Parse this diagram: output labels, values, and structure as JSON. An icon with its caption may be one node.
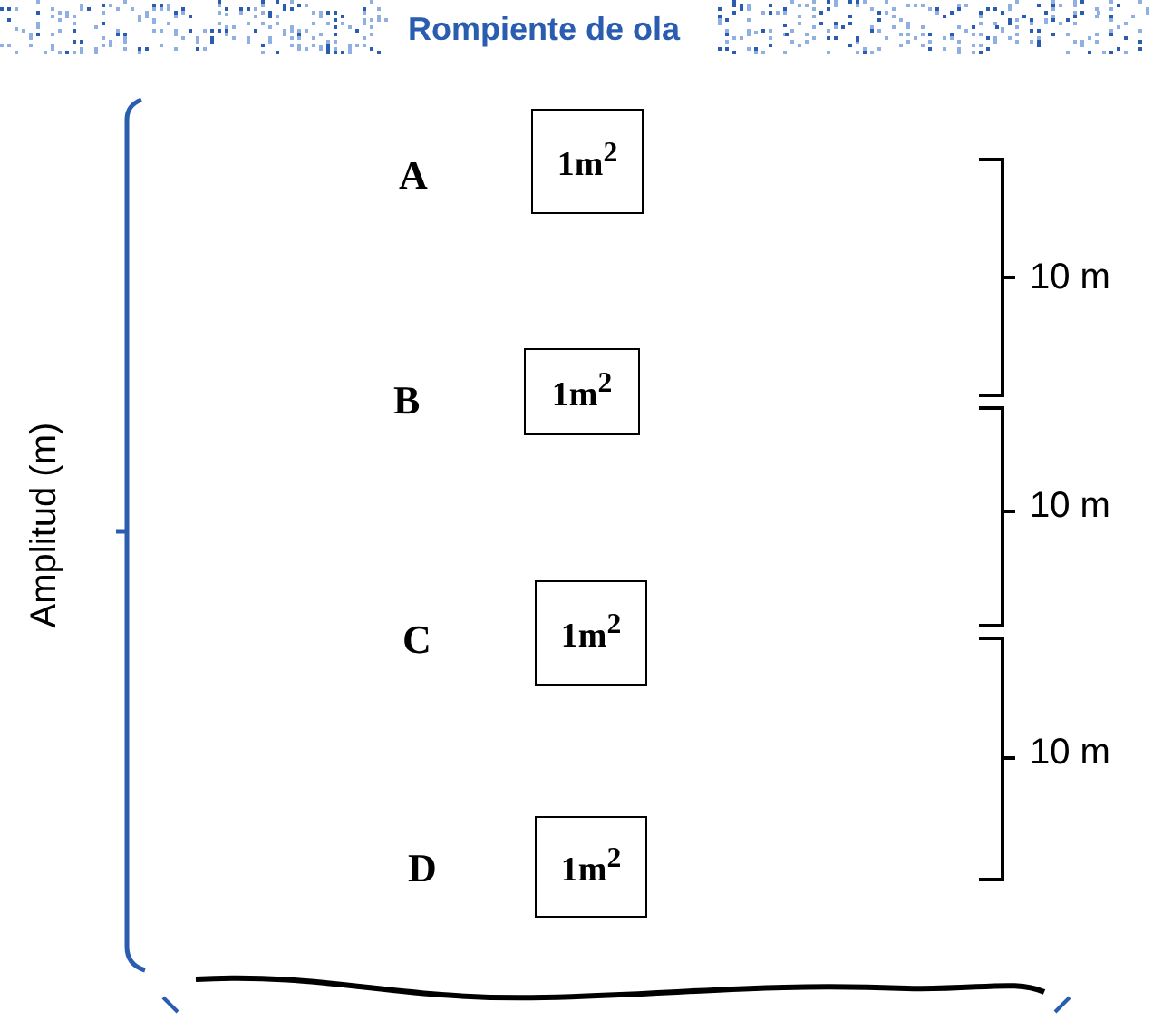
{
  "diagram": {
    "nodes": [
      {
        "text": [
          "1m$^{2}$"
        ],
        "beside": [
          "A"
        ]
      },
      {
        "text": [
          "1m$^{2}$"
        ],
        "beside": [
          "B"
        ]
      },
      {
        "text": [
          "1m$^{2}$"
        ],
        "beside": [
          "C"
        ]
      },
      {
        "text": [
          "1m$^{2}$"
        ],
        "beside": [
          "D"
        ]
      }
    ],
    "edges": [],
    "labels": [
      "Rompiente de ola",
      "Amplitud (m)",
      "10 m",
      "10 m",
      "10 m"
    ]
  }
}
